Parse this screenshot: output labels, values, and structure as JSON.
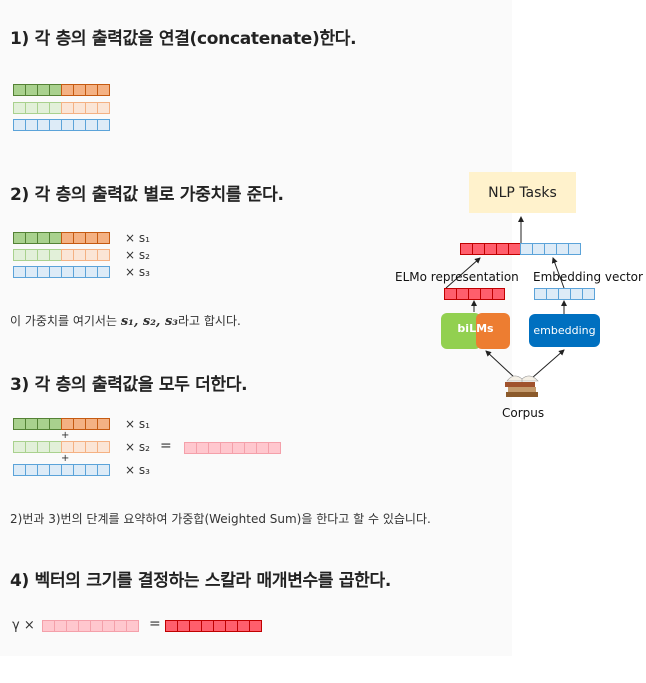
{
  "steps": [
    {
      "title": "1) 각 층의 출력값을 연결(concatenate)한다."
    },
    {
      "title": "2) 각 층의 출력값 별로 가중치를 준다."
    },
    {
      "title": "3) 각 층의 출력값을 모두 더한다."
    },
    {
      "title": "4) 벡터의 크기를 결정하는 스칼라 매개변수를 곱한다."
    }
  ],
  "weights": [
    "× s₁",
    "× s₂",
    "× s₃"
  ],
  "weight_note": {
    "prefix": "이 가중치를 여기서는 ",
    "math": "s₁, s₂, s₃",
    "suffix": "라고 합시다."
  },
  "summary": "2)번과 3)번의 단계를 요약하여 가중합(Weighted Sum)을 한다고 할 수 있습니다.",
  "plus": "+",
  "equals": "=",
  "gamma": "γ ×",
  "diagram": {
    "nlp_tasks": "NLP Tasks",
    "elmo_repr": "ELMo representation",
    "embedding_vector": "Embedding vector",
    "bilms": "biLMs",
    "embedding": "embedding",
    "corpus": "Corpus"
  },
  "colors": {
    "green": "#a9d18e",
    "orange": "#f4b183",
    "blue": "#ddebf7",
    "pink": "#ffc7ce",
    "red": "#ff5e6c",
    "nlp_box": "#fff2cc",
    "bilm_green": "#92d050",
    "bilm_orange": "#ed7d31",
    "embedding_blue": "#0070c0"
  }
}
